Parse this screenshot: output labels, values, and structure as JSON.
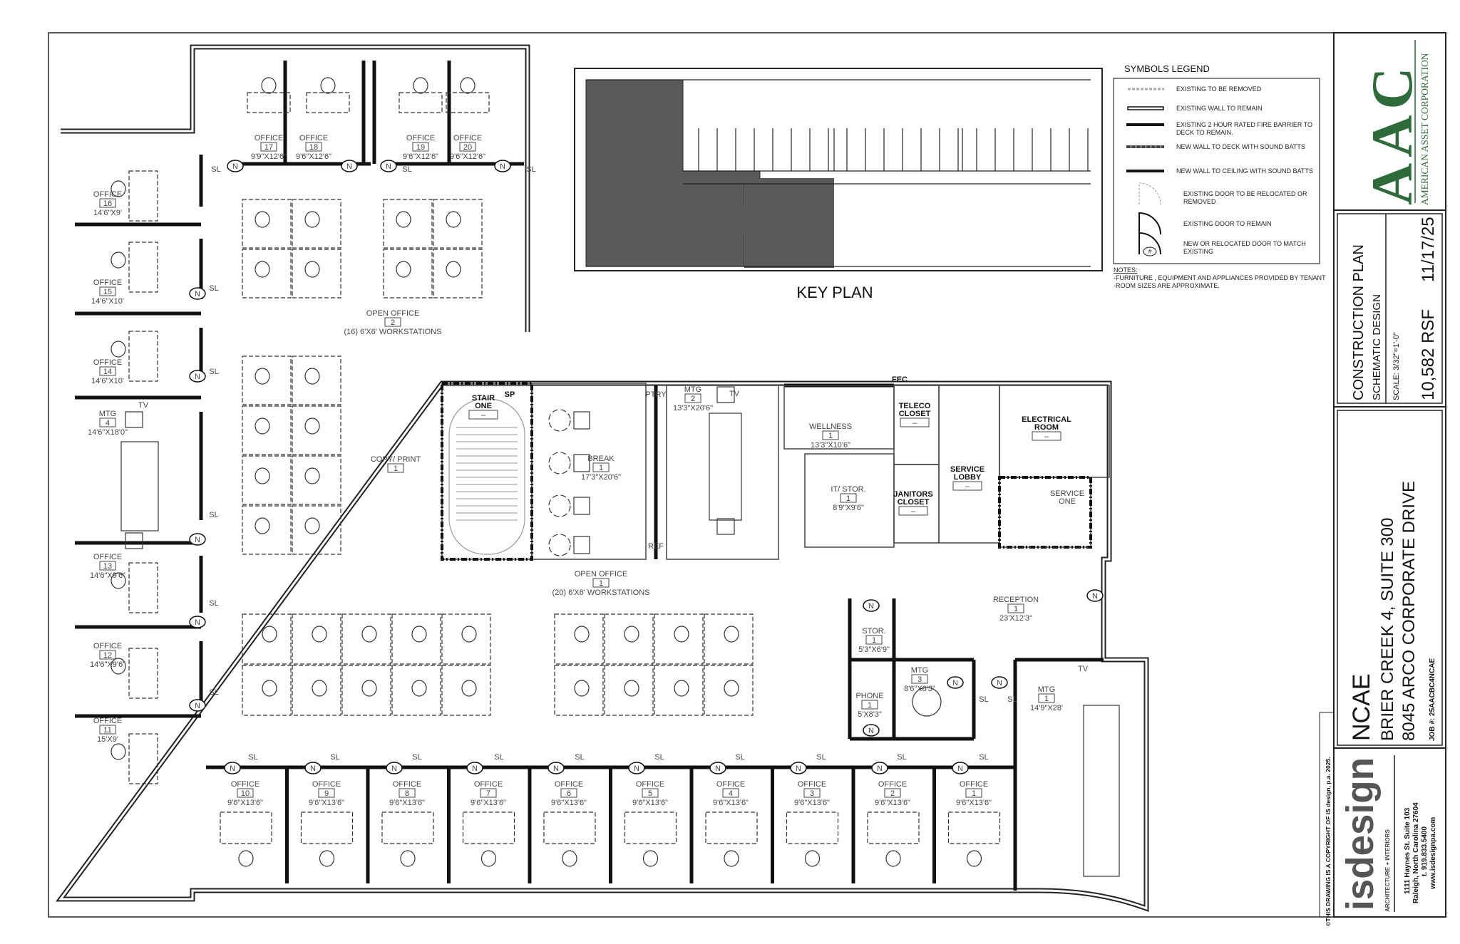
{
  "title_block": {
    "client_logo": "AAC",
    "client_name": "AMERICAN ASSET CORPORATION",
    "plan_title": "CONSTRUCTION PLAN",
    "phase": "SCHEMATIC DESIGN",
    "scale": "SCALE:  3/32\"=1'-0\"",
    "area": "10,582 RSF",
    "date": "11/17/25",
    "project": "NCAE",
    "address_1": "BRIER CREEK 4, SUITE 300",
    "address_2": "8045 ARCO CORPORATE DRIVE",
    "job": "JOB #: 25AACBC4NCAE",
    "firm_logo": "isdesign",
    "firm_tagline": "ARCHITECTURE + INTERIORS",
    "firm_address_1": "1111 Haynes St. Suite 103",
    "firm_address_2": "Raleigh, North Carolina 27604",
    "firm_phone": "t. 919.833.5400",
    "firm_web": "www.isdesignpa.com",
    "copyright": "©THIS DRAWING IS A COPYRIGHT OF IS design, p.a. 2025.",
    "brand_color": "#2e6b3a"
  },
  "legend": {
    "title": "SYMBOLS LEGEND",
    "items": [
      {
        "symbol": "dashed-gray-line",
        "label": "EXISTING TO BE REMOVED"
      },
      {
        "symbol": "double-line",
        "label": "EXISTING WALL TO REMAIN"
      },
      {
        "symbol": "dotted-black-bar",
        "label": "EXISTING 2 HOUR RATED FIRE BARRIER TO",
        "label2": "DECK TO REMAIN."
      },
      {
        "symbol": "dashed-black-bar",
        "label": "NEW  WALL TO DECK WITH SOUND BATTS"
      },
      {
        "symbol": "solid-black-bar",
        "label": "NEW WALL TO CEILING WITH SOUND BATTS"
      },
      {
        "symbol": "dashed-door",
        "label": "EXISTING DOOR TO BE RELOCATED OR",
        "label2": "REMOVED"
      },
      {
        "symbol": "door",
        "label": "EXISTING DOOR TO REMAIN"
      },
      {
        "symbol": "tagged-door",
        "tag": "#",
        "label": "NEW OR RELOCATED DOOR TO MATCH",
        "label2": "EXISTING"
      }
    ],
    "notes_title": "NOTES:",
    "notes": [
      "-FURNITURE , EQUIPMENT AND APPLIANCES PROVIDED BY TENANT",
      "-ROOM SIZES ARE APPROXIMATE."
    ]
  },
  "key_plan": {
    "label": "KEY PLAN",
    "highlight_color": "#5a5a5a"
  },
  "annotations": {
    "door_tag": "N",
    "sidelight": "SL",
    "tv": "TV",
    "fec": "FEC",
    "ref": "REF",
    "sp": "SP"
  },
  "rooms": [
    {
      "id": "office-17",
      "name": "OFFICE",
      "number": "17",
      "size": "9'9\"X12'6\""
    },
    {
      "id": "office-18",
      "name": "OFFICE",
      "number": "18",
      "size": "9'6\"X12'6\""
    },
    {
      "id": "office-19",
      "name": "OFFICE",
      "number": "19",
      "size": "9'6\"X12'6\""
    },
    {
      "id": "office-20",
      "name": "OFFICE",
      "number": "20",
      "size": "9'6\"X12'6\""
    },
    {
      "id": "office-16",
      "name": "OFFICE",
      "number": "16",
      "size": "14'6\"X9'"
    },
    {
      "id": "office-15",
      "name": "OFFICE",
      "number": "15",
      "size": "14'6\"X10'"
    },
    {
      "id": "office-14",
      "name": "OFFICE",
      "number": "14",
      "size": "14'6\"X10'"
    },
    {
      "id": "mtg-4",
      "name": "MTG",
      "number": "4",
      "size": "14'6\"X18'0\""
    },
    {
      "id": "office-13",
      "name": "OFFICE",
      "number": "13",
      "size": "14'6\"X9'6\""
    },
    {
      "id": "office-12",
      "name": "OFFICE",
      "number": "12",
      "size": "14'6\"X9'6\""
    },
    {
      "id": "office-11",
      "name": "OFFICE",
      "number": "11",
      "size": "15'X9'"
    },
    {
      "id": "office-10",
      "name": "OFFICE",
      "number": "10",
      "size": "9'6\"X13'6\""
    },
    {
      "id": "office-9",
      "name": "OFFICE",
      "number": "9",
      "size": "9'6\"X13'6\""
    },
    {
      "id": "office-8",
      "name": "OFFICE",
      "number": "8",
      "size": "9'6\"X13'6\""
    },
    {
      "id": "office-7",
      "name": "OFFICE",
      "number": "7",
      "size": "9'6\"X13'6\""
    },
    {
      "id": "office-6",
      "name": "OFFICE",
      "number": "6",
      "size": "9'6\"X13'6\""
    },
    {
      "id": "office-5",
      "name": "OFFICE",
      "number": "5",
      "size": "9'6\"X13'6\""
    },
    {
      "id": "office-4",
      "name": "OFFICE",
      "number": "4",
      "size": "9'6\"X13'6\""
    },
    {
      "id": "office-3",
      "name": "OFFICE",
      "number": "3",
      "size": "9'6\"X13'6\""
    },
    {
      "id": "office-2",
      "name": "OFFICE",
      "number": "2",
      "size": "9'6\"X13'6\""
    },
    {
      "id": "office-1",
      "name": "OFFICE",
      "number": "1",
      "size": "9'6\"X13'6\""
    },
    {
      "id": "open-office-2",
      "name": "OPEN OFFICE",
      "number": "2",
      "size": "(16) 6'X6' WORKSTATIONS"
    },
    {
      "id": "copy-print",
      "name": "COPY/ PRINT",
      "number": "1"
    },
    {
      "id": "stair-one",
      "name": "STAIR",
      "name2": "ONE",
      "number": "–",
      "style": "bold"
    },
    {
      "id": "break",
      "name": "BREAK",
      "number": "1",
      "size": "17'3\"X20'6\""
    },
    {
      "id": "ptry",
      "name": "PTRY"
    },
    {
      "id": "mtg-2",
      "name": "MTG",
      "number": "2",
      "size": "13'3\"X20'6\""
    },
    {
      "id": "wellness",
      "name": "WELLNESS",
      "number": "1",
      "size": "13'3\"X10'6\""
    },
    {
      "id": "it-stor",
      "name": "IT/ STOR.",
      "number": "1",
      "size": "8'9\"X9'6\""
    },
    {
      "id": "teleco-closet",
      "name": "TELECO",
      "name2": "CLOSET",
      "number": "–",
      "style": "bold"
    },
    {
      "id": "janitors-closet",
      "name": "JANITORS",
      "name2": "CLOSET",
      "number": "–",
      "style": "bold"
    },
    {
      "id": "service-lobby",
      "name": "SERVICE",
      "name2": "LOBBY",
      "number": "–",
      "style": "bold"
    },
    {
      "id": "electrical-room",
      "name": "ELECTRICAL",
      "name2": "ROOM",
      "number": "–",
      "style": "bold"
    },
    {
      "id": "service-one",
      "name": "SERVICE",
      "name2": "ONE",
      "style": "faint"
    },
    {
      "id": "open-office-1",
      "name": "OPEN OFFICE",
      "number": "1",
      "size": "(20) 6'X6' WORKSTATIONS"
    },
    {
      "id": "reception",
      "name": "RECEPTION",
      "number": "1",
      "size": "23'X12'3\""
    },
    {
      "id": "stor",
      "name": "STOR.",
      "number": "1",
      "size": "5'3\"X6'9\""
    },
    {
      "id": "phone",
      "name": "PHONE",
      "number": "1",
      "size": "5'X8'3\""
    },
    {
      "id": "mtg-3",
      "name": "MTG",
      "number": "3",
      "size": "8'6\"X8'3\""
    },
    {
      "id": "mtg-1",
      "name": "MTG",
      "number": "1",
      "size": "14'9\"X28'"
    }
  ]
}
